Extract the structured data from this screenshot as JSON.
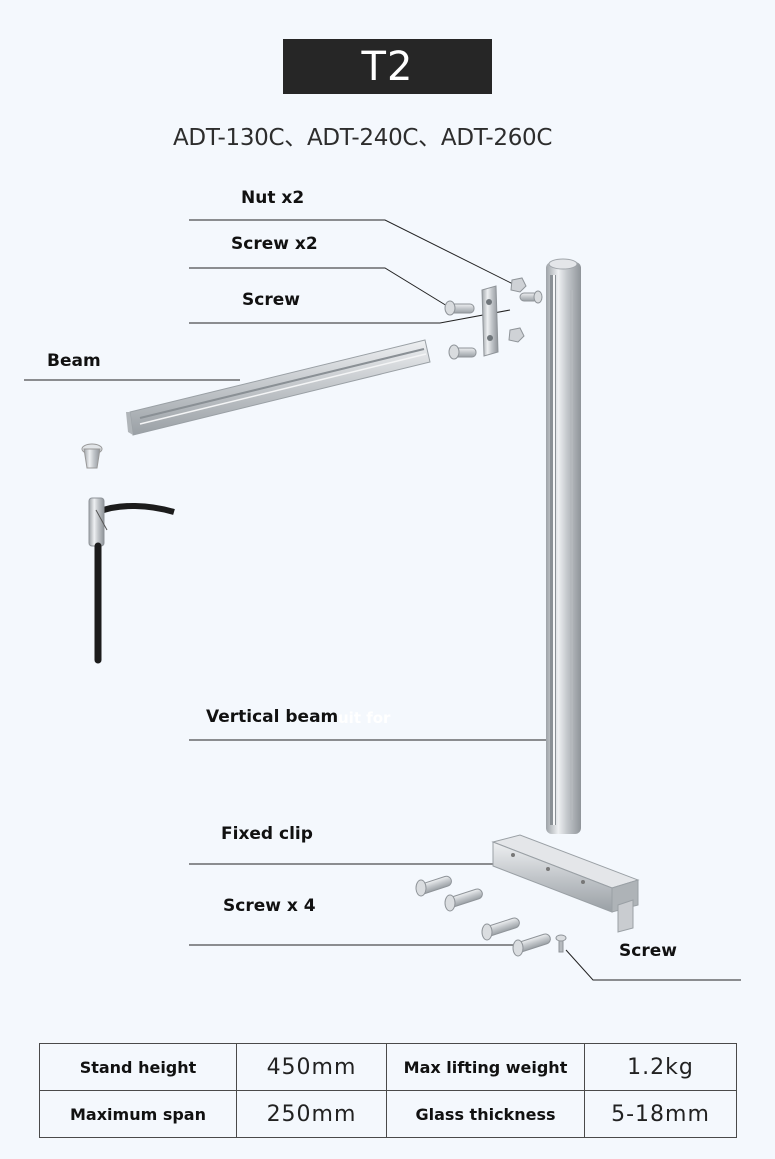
{
  "header": {
    "title": "T2",
    "models": "ADT-130C、ADT-240C、ADT-260C"
  },
  "callouts": {
    "nut": "Nut x2",
    "screw_pair": "Screw x2",
    "screw_top": "Screw",
    "beam": "Beam",
    "vertical_beam": "Vertical beam",
    "vertical_beam_faint": "uit for",
    "fixed_clip": "Fixed clip",
    "screw_four": "Screw x 4",
    "screw_bottom": "Screw"
  },
  "specs": {
    "rows": [
      {
        "key1": "Stand height",
        "val1": "450mm",
        "key2": "Max lifting weight",
        "val2": "1.2kg"
      },
      {
        "key1": "Maximum span",
        "val1": "250mm",
        "key2": "Glass thickness",
        "val2": "5-18mm"
      }
    ]
  },
  "colors": {
    "background": "#f4f8fd",
    "title_box": "#262626",
    "aluminium": "#c9ccd0",
    "cable": "#1c1c1c"
  }
}
